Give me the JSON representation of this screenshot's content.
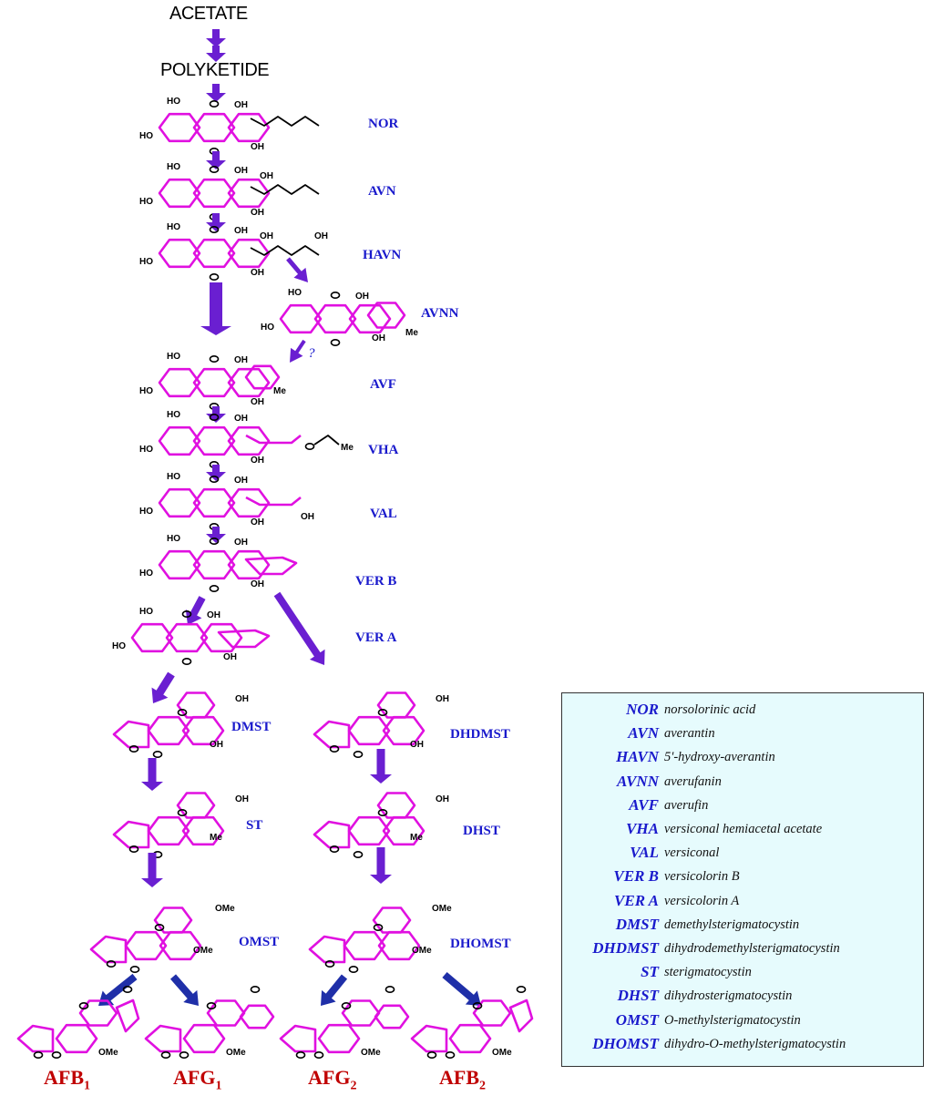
{
  "top": {
    "acetate": "ACETATE",
    "polyketide": "POLYKETIDE"
  },
  "labels": {
    "nor": "NOR",
    "avn": "AVN",
    "havn": "HAVN",
    "avnn": "AVNN",
    "avf": "AVF",
    "vha": "VHA",
    "val": "VAL",
    "verb": "VER B",
    "vera": "VER A",
    "dmst": "DMST",
    "dhdmst": "DHDMST",
    "st": "ST",
    "dhst": "DHST",
    "omst": "OMST",
    "dhomst": "DHOMST",
    "question": "?"
  },
  "products": [
    {
      "base": "AFB",
      "sub": "1"
    },
    {
      "base": "AFG",
      "sub": "1"
    },
    {
      "base": "AFG",
      "sub": "2"
    },
    {
      "base": "AFB",
      "sub": "2"
    }
  ],
  "atoms": {
    "ho": "HO",
    "oh": "OH",
    "o": "O",
    "me": "Me",
    "ome": "OMe"
  },
  "legend": [
    {
      "abbr": "NOR",
      "name": "norsolorinic acid"
    },
    {
      "abbr": "AVN",
      "name": "averantin"
    },
    {
      "abbr": "HAVN",
      "name": "5'-hydroxy-averantin"
    },
    {
      "abbr": "AVNN",
      "name": "averufanin"
    },
    {
      "abbr": "AVF",
      "name": "averufin"
    },
    {
      "abbr": "VHA",
      "name": "versiconal hemiacetal acetate"
    },
    {
      "abbr": "VAL",
      "name": "versiconal"
    },
    {
      "abbr": "VER B",
      "name": "versicolorin B"
    },
    {
      "abbr": "VER A",
      "name": "versicolorin A"
    },
    {
      "abbr": "DMST",
      "name": "demethylsterigmatocystin"
    },
    {
      "abbr": "DHDMST",
      "name": "dihydrodemethylsterigmatocystin"
    },
    {
      "abbr": "ST",
      "name": "sterigmatocystin"
    },
    {
      "abbr": "DHST",
      "name": "dihydrosterigmatocystin"
    },
    {
      "abbr": "OMST",
      "name": "O-methylsterigmatocystin"
    },
    {
      "abbr": "DHOMST",
      "name": "dihydro-O-methylsterigmatocystin"
    }
  ],
  "colors": {
    "arrow": "#6a1fd1",
    "arrow_blue": "#1f2fa8",
    "structure": "#e010e0",
    "label": "#1a1acc",
    "product": "#c00000",
    "legend_bg": "#e6fbfd"
  }
}
